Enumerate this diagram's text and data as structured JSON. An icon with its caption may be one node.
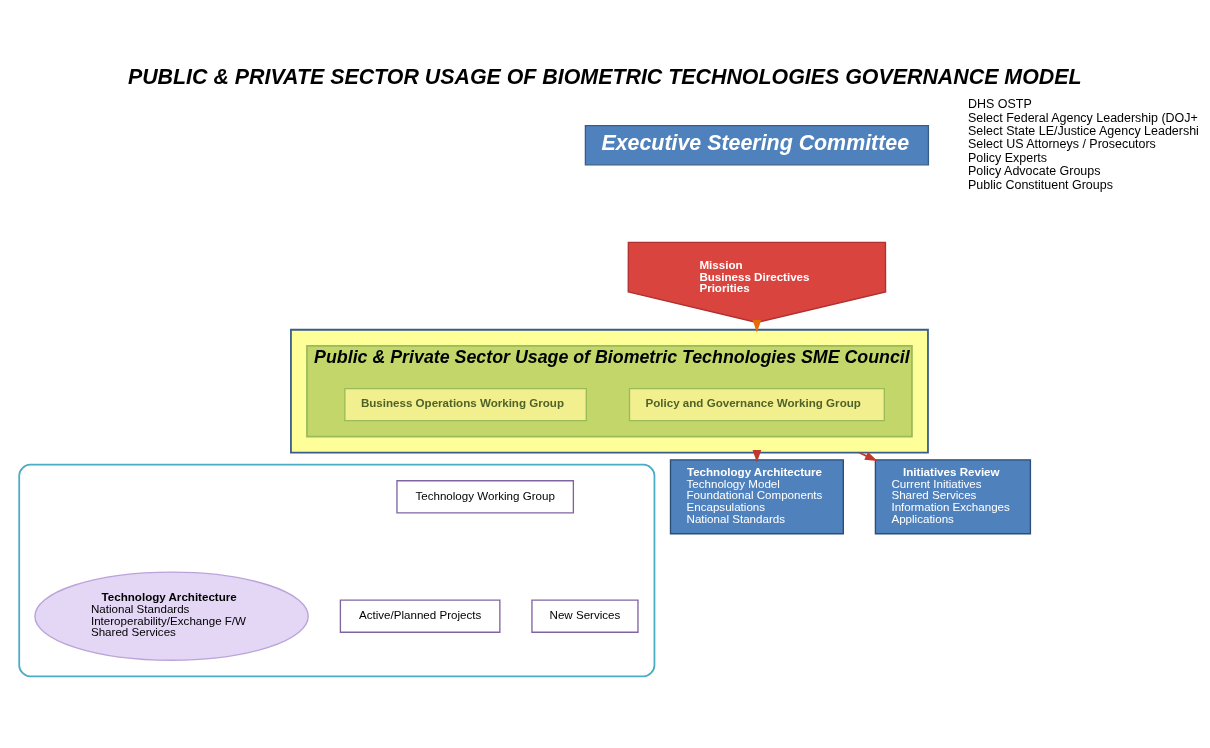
{
  "diagram": {
    "title": "PUBLIC & PRIVATE SECTOR USAGE OF BIOMETRIC TECHNOLOGIES GOVERNANCE MODEL",
    "nodes": [
      {
        "text": [
          "Executive Steering Committee"
        ],
        "beside": [
          "DHS OSTP",
          "Select Federal Agency Leadership (DOJ+",
          "Select State LE/Justice Agency Leadershi",
          "Select US Attorneys / Prosecutors",
          "Policy Experts",
          "Policy Advocate Groups",
          "Public Constituent Groups"
        ]
      },
      {
        "text": [
          "Mission",
          "Business Directives",
          "Priorities"
        ]
      },
      {
        "text": [],
        "shape": "box"
      },
      {
        "text": [
          "Public & Private Sector Usage of Biometric Technologies SME Council"
        ],
        "in": 2
      },
      {
        "text": [
          "Policy and Governance Working Group"
        ],
        "in": 3
      },
      {
        "text": [
          "Business Operations Working Group"
        ],
        "in": 3
      },
      {
        "text": [],
        "shape": "ellipse"
      },
      {
        "text": [
          "Technology Architecture",
          "Technology Model",
          "Foundational Components",
          "Encapsulations",
          "National Standards"
        ]
      },
      {
        "text": [
          "Technology Working Group"
        ],
        "in": 6
      },
      {
        "text": [
          "Initiatives Review",
          "Current Initiatives",
          "Shared Services",
          "Information Exchanges",
          "Applications"
        ]
      },
      {
        "text": [
          "Technology Architecture",
          "National Standards",
          "Interoperability/Exchange F/W",
          "Shared Services"
        ],
        "in": 6
      },
      {
        "text": [
          "Active/Planned Projects"
        ],
        "in": 6
      },
      {
        "text": [
          "New Services"
        ],
        "in": 6
      }
    ],
    "edges": [
      {
        "from": 1,
        "to": 2,
        "arrow": "to",
        "color": "#e36c09"
      },
      {
        "from": 2,
        "to": 7,
        "arrow": "to"
      },
      {
        "from": 2,
        "to": 9,
        "arrow": "to"
      }
    ]
  }
}
